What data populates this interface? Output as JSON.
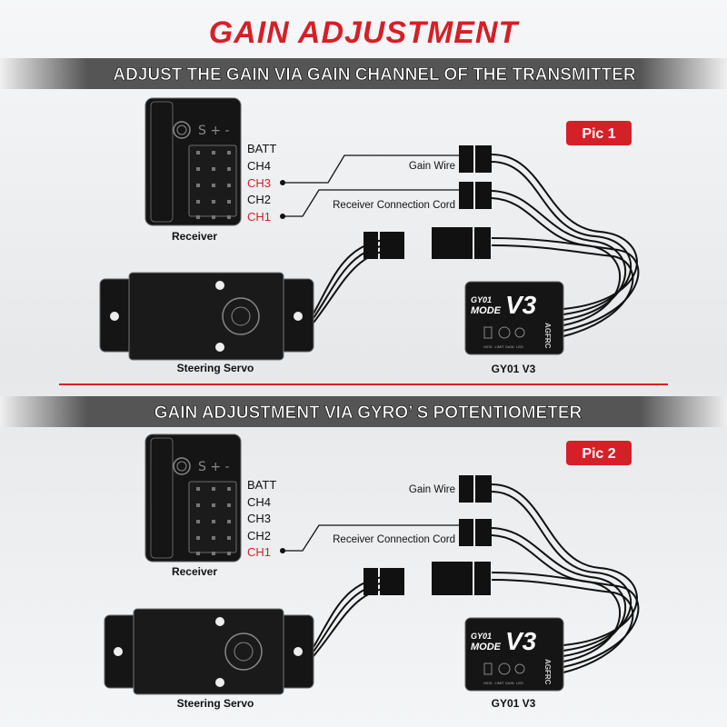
{
  "title": "GAIN ADJUSTMENT",
  "colors": {
    "accent_red": "#d42027",
    "banner_bg": "#4a4a4a",
    "device": "#151515"
  },
  "panels": [
    {
      "banner": "ADJUST THE GAIN VIA GAIN CHANNEL OF THE TRANSMITTER",
      "badge": "Pic 1",
      "channels": [
        "BATT",
        "CH4",
        "CH3",
        "CH2",
        "CH1"
      ],
      "highlighted_channels": [
        "CH3",
        "CH1"
      ],
      "gain_wire_label": "Gain Wire",
      "cord_label": "Receiver Connection Cord",
      "receiver_label": "Receiver",
      "servo_label": "Steering Servo",
      "gyro_label": "GY01 V3"
    },
    {
      "banner": "GAIN ADJUSTMENT VIA GYRO’ S POTENTIOMETER",
      "badge": "Pic 2",
      "channels": [
        "BATT",
        "CH4",
        "CH3",
        "CH2",
        "CH1"
      ],
      "highlighted_channels": [
        "CH1"
      ],
      "gain_wire_label": "Gain Wire",
      "cord_label": "Receiver Connection Cord",
      "receiver_label": "Receiver",
      "servo_label": "Steering Servo",
      "gyro_label": "GY01 V3"
    }
  ],
  "gyro_face": {
    "brand_top": "GY01",
    "brand_mode": "MODE",
    "brand_big": "V3",
    "maker": "AGFRC",
    "buttons": [
      "MOD",
      "LIMIT GAIN",
      "LED"
    ]
  }
}
